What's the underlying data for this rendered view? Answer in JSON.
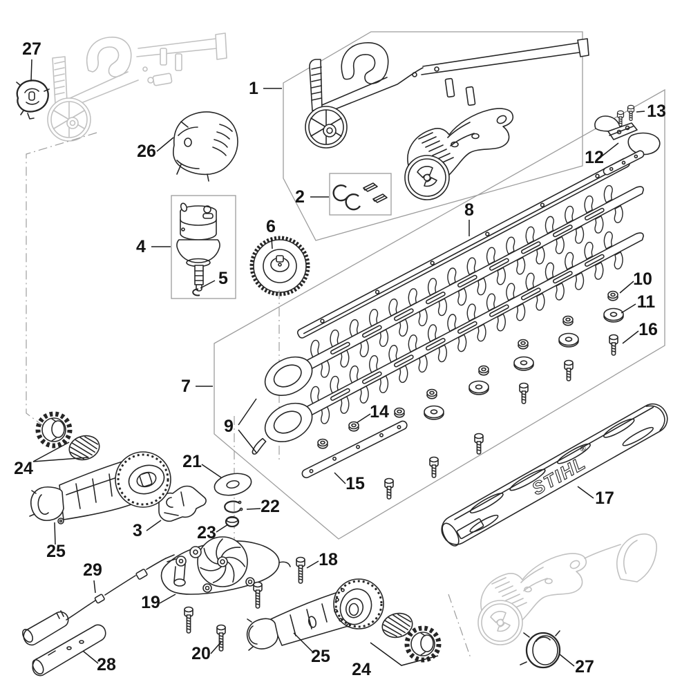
{
  "diagram": {
    "kind": "exploded-parts-diagram",
    "brand": {
      "logo_text": "STIHL",
      "registered_mark": "®"
    }
  },
  "callouts": [
    {
      "part": "1"
    },
    {
      "part": "2"
    },
    {
      "part": "3"
    },
    {
      "part": "4"
    },
    {
      "part": "5"
    },
    {
      "part": "6"
    },
    {
      "part": "7"
    },
    {
      "part": "8"
    },
    {
      "part": "9"
    },
    {
      "part": "10"
    },
    {
      "part": "11"
    },
    {
      "part": "12"
    },
    {
      "part": "13"
    },
    {
      "part": "14"
    },
    {
      "part": "15"
    },
    {
      "part": "16"
    },
    {
      "part": "17"
    },
    {
      "part": "18"
    },
    {
      "part": "19"
    },
    {
      "part": "20"
    },
    {
      "part": "21"
    },
    {
      "part": "22"
    },
    {
      "part": "23"
    },
    {
      "part": "24"
    },
    {
      "part": "24"
    },
    {
      "part": "25"
    },
    {
      "part": "25"
    },
    {
      "part": "26"
    },
    {
      "part": "27"
    },
    {
      "part": "27"
    },
    {
      "part": "28"
    },
    {
      "part": "29"
    }
  ],
  "fasteners": {
    "nut_count": 8,
    "washer_count": 5,
    "screw_count": 6,
    "long_screw_count": 4,
    "tip_screw_count": 2
  }
}
